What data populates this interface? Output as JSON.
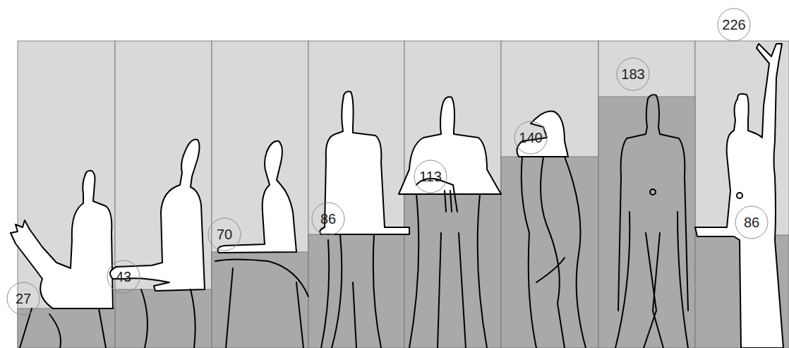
{
  "diagram": {
    "nodes": [
      {
        "text": [
          "27"
        ]
      },
      {
        "text": [
          "43"
        ]
      },
      {
        "text": [
          "70"
        ]
      },
      {
        "text": [
          "86"
        ]
      },
      {
        "text": [
          "113"
        ]
      },
      {
        "text": [
          "140"
        ]
      },
      {
        "text": [
          "183"
        ]
      },
      {
        "text": [
          "226"
        ]
      },
      {
        "text": [
          "86"
        ]
      }
    ]
  }
}
